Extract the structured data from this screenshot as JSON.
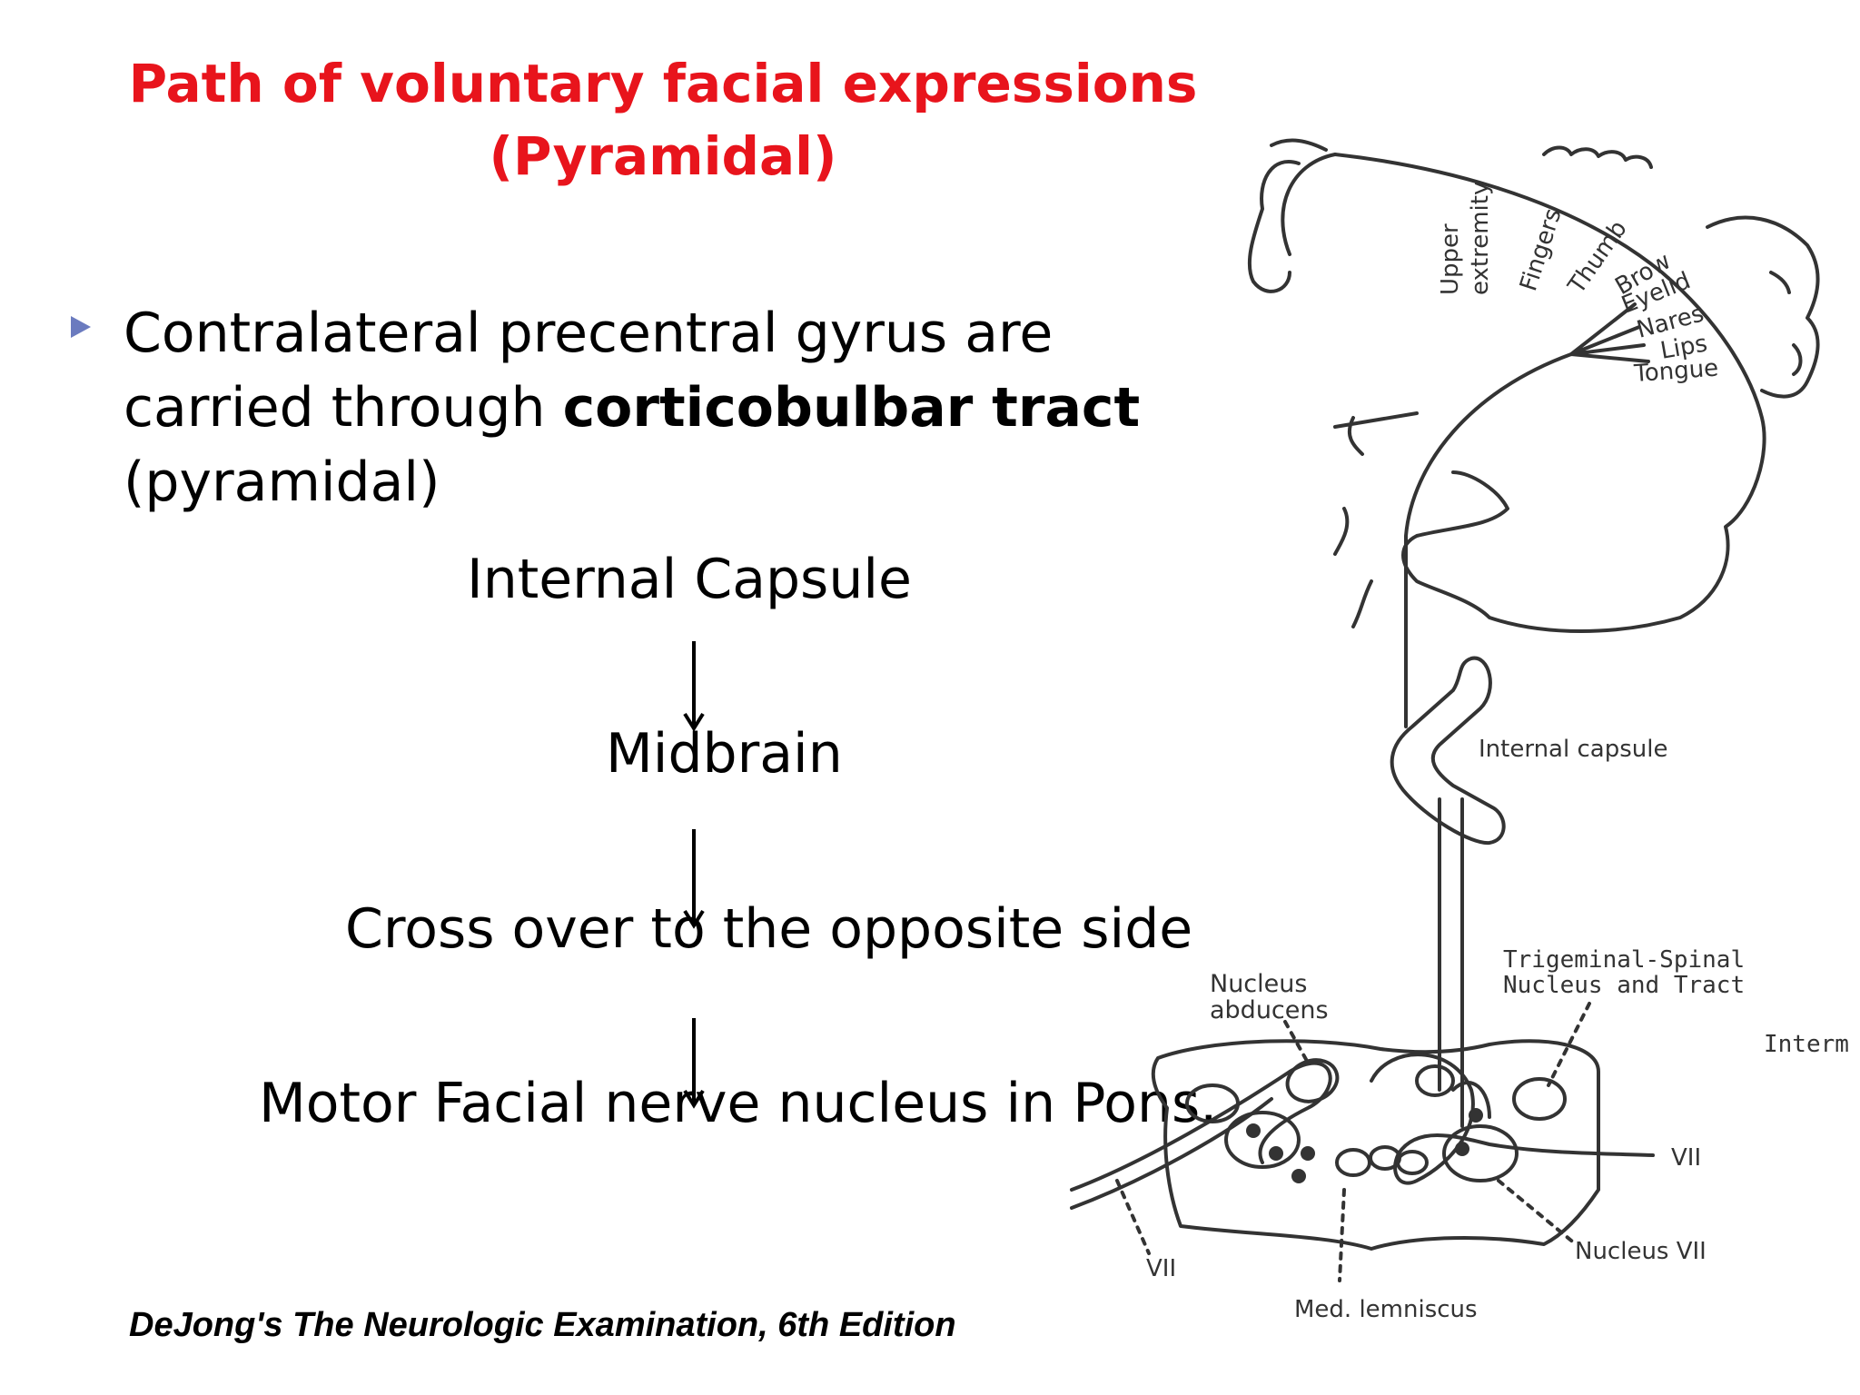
{
  "slide": {
    "title_line1": "Path of voluntary facial expressions",
    "title_line2": "(Pyramidal)",
    "bullet": {
      "part1": "Contralateral precentral gyrus are carried through ",
      "bold": "corticobulbar tract",
      "part2": " (pyramidal)"
    },
    "flow": [
      "Internal Capsule",
      "Midbrain",
      "Cross over to the opposite side",
      "Motor Facial nerve nucleus in Pons."
    ],
    "citation": "DeJong's The Neurologic Examination, 6th Edition"
  },
  "diagram": {
    "homunculus_labels": [
      "Upper",
      "extremity",
      "Fingers",
      "Thumb",
      "Brow",
      "Eyelid",
      "Nares",
      "Lips",
      "Tongue"
    ],
    "internal_capsule": "Internal capsule",
    "trigeminal_line1": "Trigeminal-Spinal",
    "trigeminal_line2": "Nucleus and Tract",
    "nucleus_abducens_line1": "Nucleus",
    "nucleus_abducens_line2": "abducens",
    "interm": "Interm",
    "vii_right": "VII",
    "vii_left": "VII",
    "nucleus_vii": "Nucleus VII",
    "med_lemniscus": "Med. lemniscus"
  },
  "colors": {
    "title": "#e8141c",
    "bullet_marker": "#6b7bbf",
    "text": "#000000",
    "diagram_line": "#333333"
  }
}
